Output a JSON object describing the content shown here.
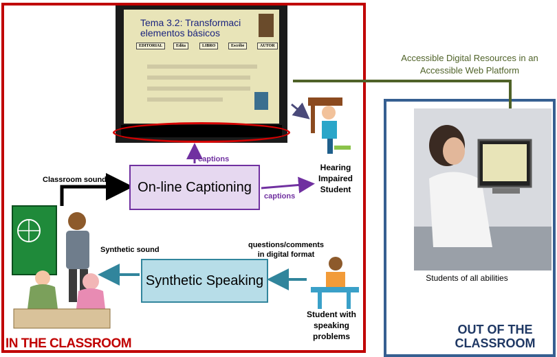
{
  "panels": {
    "in_classroom": "IN THE CLASSROOM",
    "out_classroom": "OUT OF THE CLASSROOM"
  },
  "slide": {
    "title_line1": "Tema 3.2:  Transformaci",
    "title_line2": "elementos básicos",
    "nodes": [
      "EDITORIAL",
      "Edita",
      "LIBRO",
      "Escribe",
      "AUTOR"
    ]
  },
  "boxes": {
    "captioning": "On-line Captioning",
    "synthetic": "Synthetic Speaking"
  },
  "labels": {
    "classroom_sound": "Classroom sound",
    "captions_up": "captions",
    "captions_right": "captions",
    "hearing_student": "Hearing Impaired Student",
    "synthetic_sound": "Synthetic sound",
    "questions": "questions/comments in digital format",
    "speaking_student": "Student with speaking problems",
    "resources": "Accessible Digital Resources in an Accessible Web Platform",
    "all_abilities": "Students of all abilities"
  },
  "colors": {
    "classroom_border": "#c00000",
    "out_border": "#365f91",
    "captioning_border": "#7030a0",
    "captioning_fill": "#e6d8f0",
    "synthetic_border": "#31859c",
    "synthetic_fill": "#b7dde8",
    "web_arrow": "#4f6228"
  }
}
